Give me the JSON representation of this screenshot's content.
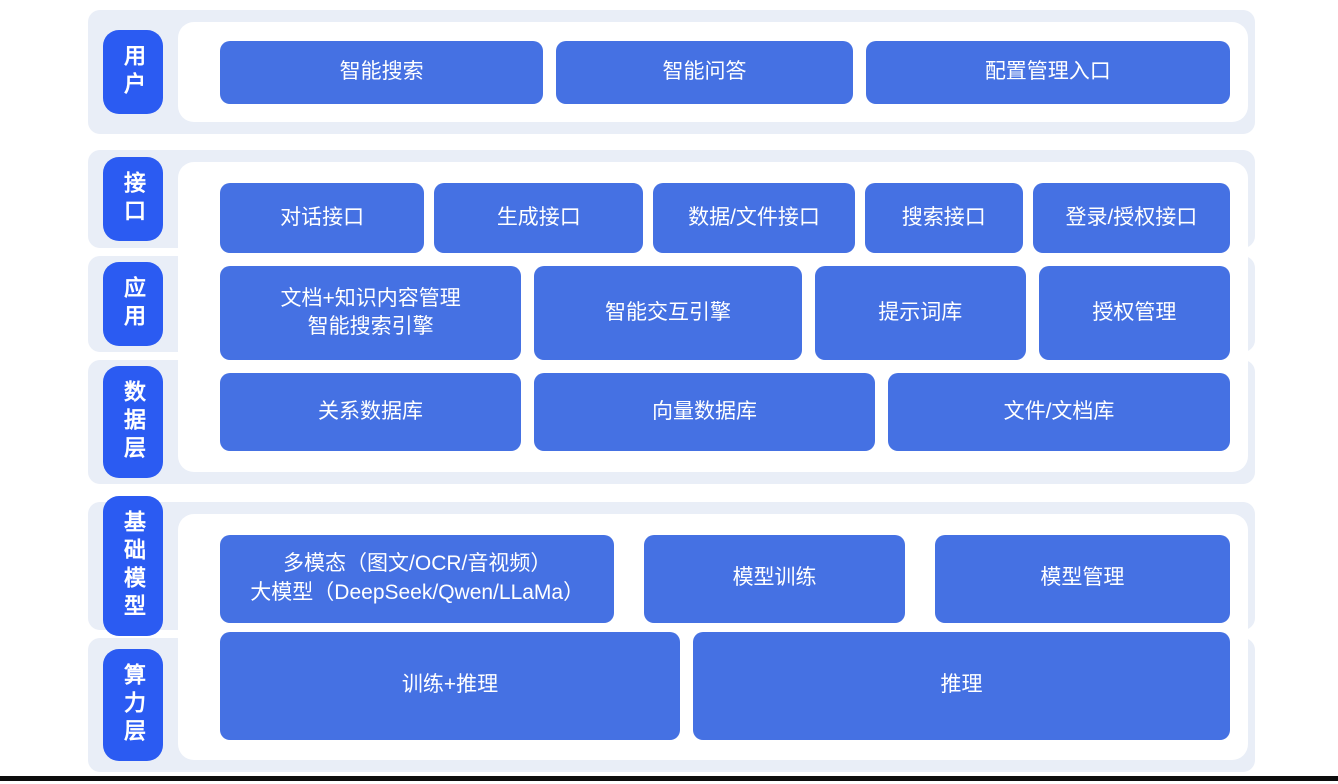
{
  "labels": {
    "user": "用户",
    "interface": "接口",
    "application": "应用",
    "data_layer": "数据层",
    "base_model": "基础模型",
    "compute_layer": "算力层"
  },
  "user_row": {
    "smart_search": "智能搜索",
    "smart_qa": "智能问答",
    "config_entry": "配置管理入口"
  },
  "interface_row": {
    "dialog_api": "对话接口",
    "generate_api": "生成接口",
    "data_file_api": "数据/文件接口",
    "search_api": "搜索接口",
    "login_auth_api": "登录/授权接口"
  },
  "application_row": {
    "doc_knowledge_line1": "文档+知识内容管理",
    "doc_knowledge_line2": "智能搜索引擎",
    "interaction_engine": "智能交互引擎",
    "prompt_library": "提示词库",
    "auth_management": "授权管理"
  },
  "data_row": {
    "relational_db": "关系数据库",
    "vector_db": "向量数据库",
    "file_doc_store": "文件/文档库"
  },
  "model_row": {
    "multimodal_line1": "多模态（图文/OCR/音视频）",
    "multimodal_line2": "大模型（DeepSeek/Qwen/LLaMa）",
    "model_training": "模型训练",
    "model_management": "模型管理"
  },
  "compute_row": {
    "training_inference": "训练+推理",
    "inference": "推理"
  },
  "colors": {
    "page_bg": "#ffffff",
    "section_bg": "#e9eef7",
    "panel_bg": "#ffffff",
    "label_blue": "#2b5bf2",
    "button_blue": "#4571e3",
    "text_white": "#ffffff",
    "footer_bar": "#0d0d0d"
  }
}
